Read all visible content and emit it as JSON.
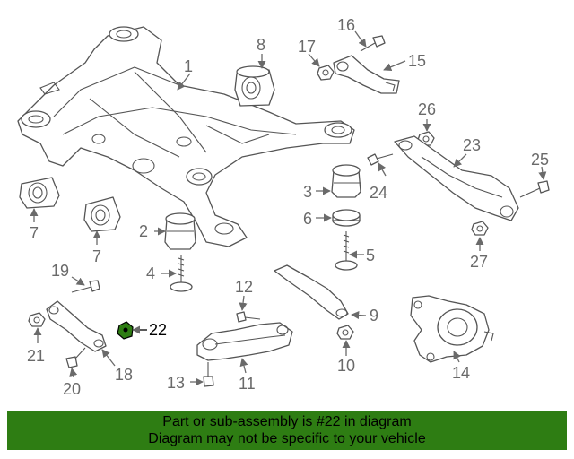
{
  "callouts": {
    "c1": "1",
    "c2": "2",
    "c3": "3",
    "c4": "4",
    "c5": "5",
    "c6": "6",
    "c7a": "7",
    "c7b": "7",
    "c8": "8",
    "c9": "9",
    "c10": "10",
    "c11": "11",
    "c12": "12",
    "c13": "13",
    "c14": "14",
    "c15": "15",
    "c16": "16",
    "c17": "17",
    "c18": "18",
    "c19": "19",
    "c20": "20",
    "c21": "21",
    "c22": "22",
    "c23": "23",
    "c24": "24",
    "c25": "25",
    "c26": "26",
    "c27": "27"
  },
  "highlight": {
    "part_number": "22",
    "color": "#2e7d13"
  },
  "footer": {
    "line1": "Part or sub-assembly is #22 in diagram",
    "line2": "Diagram may not be specific to your vehicle",
    "background": "#2e7d13"
  }
}
